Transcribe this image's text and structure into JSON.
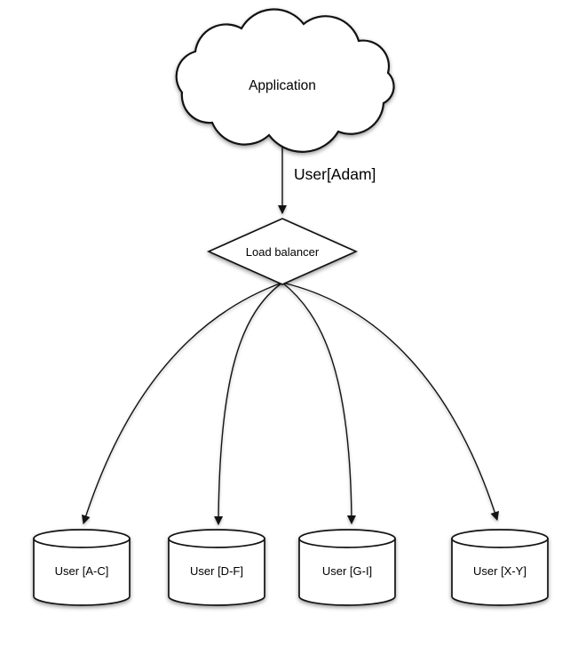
{
  "colors": {
    "background": "#ffffff",
    "stroke": "#121212",
    "fill": "#ffffff",
    "text": "#000000"
  },
  "nodes": {
    "application": {
      "label": "Application",
      "shape": "cloud"
    },
    "load_balancer": {
      "label": "Load balancer",
      "shape": "diamond"
    },
    "shards": [
      {
        "label": "User [A-C]",
        "shape": "cylinder"
      },
      {
        "label": "User [D-F]",
        "shape": "cylinder"
      },
      {
        "label": "User [G-I]",
        "shape": "cylinder"
      },
      {
        "label": "User [X-Y]",
        "shape": "cylinder"
      }
    ]
  },
  "edges": {
    "application_to_load_balancer": {
      "label": "User[Adam]"
    }
  }
}
